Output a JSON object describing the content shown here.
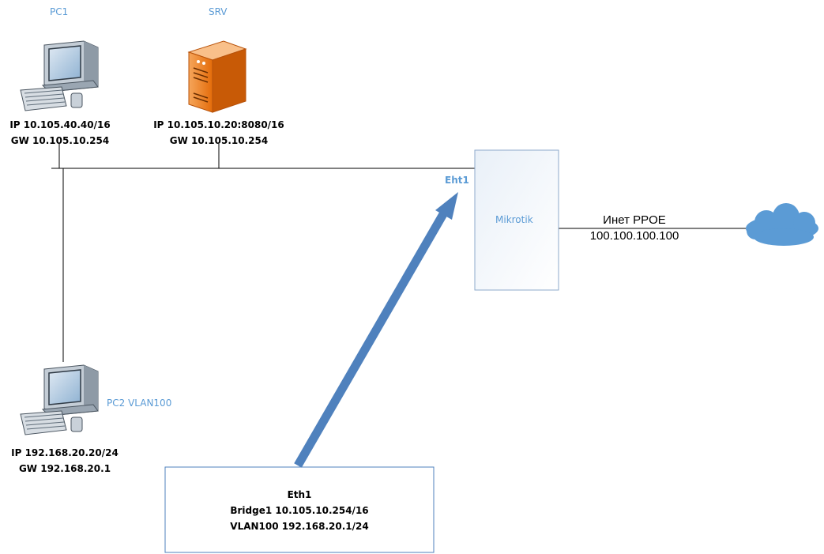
{
  "pc1": {
    "name": "PC1",
    "ip": "IP 10.105.40.40/16",
    "gw": "GW 10.105.10.254"
  },
  "srv": {
    "name": "SRV",
    "ip": "IP 10.105.10.20:8080/16",
    "gw": "GW 10.105.10.254"
  },
  "pc2": {
    "name": "PC2 VLAN100",
    "ip": "IP 192.168.20.20/24",
    "gw": "GW 192.168.20.1"
  },
  "router": {
    "name": "Mikrotik",
    "port_label": "Eht1"
  },
  "wan": {
    "line1": "Инет PPOE",
    "line2": "100.100.100.100"
  },
  "config": {
    "line1": "Eth1",
    "line2": "Bridge1 10.105.10.254/16",
    "line3": "VLAN100 192.168.20.1/24"
  },
  "colors": {
    "accent": "#5b9bd5",
    "arrow": "#4f81bd",
    "server": "#e46c0a",
    "cloud": "#5b9bd5",
    "box_border": "#7f9fbf"
  }
}
